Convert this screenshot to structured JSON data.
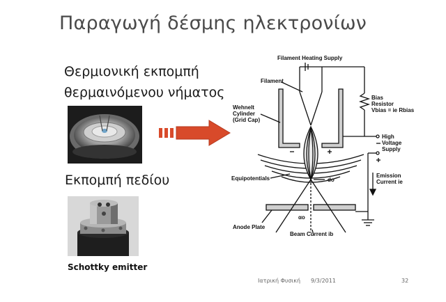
{
  "slide": {
    "title": "Παραγωγή δέσμης ηλεκτρονίων",
    "bullet1_line1": "Θερμιονική εκπομπή",
    "bullet1_line2": "θερμαινόμενου νήματος",
    "bullet2": "Εκπομπή πεδίου",
    "photo_caption": "Schottky emitter"
  },
  "diagram": {
    "filament_heating_supply": "Filament Heating Supply",
    "filament": "Filament",
    "wehnelt_1": "Wehnelt",
    "wehnelt_2": "Cylinder",
    "wehnelt_3": "(Grid Cap)",
    "bias_1": "Bias",
    "bias_2": "Resistor",
    "bias_eq": "Vbias = ie Rbias",
    "hv_1": "High",
    "hv_2": "Voltage",
    "hv_3": "Supply",
    "emission_1": "Emission",
    "emission_2": "Current ie",
    "equipotentials": "Equipotentials",
    "d0": "do",
    "alpha0": "αo",
    "anode_plate": "Anode Plate",
    "beam_current": "Beam Current ib"
  },
  "footer": {
    "course": "Ιατρική Φυσική",
    "date": "9/3/2011",
    "page": "32"
  },
  "colors": {
    "title": "#4a4a4a",
    "arrow": "#d84a2a",
    "arrow_dark": "#b53a1f"
  },
  "icons": {
    "arrow": "right-arrow-icon"
  }
}
